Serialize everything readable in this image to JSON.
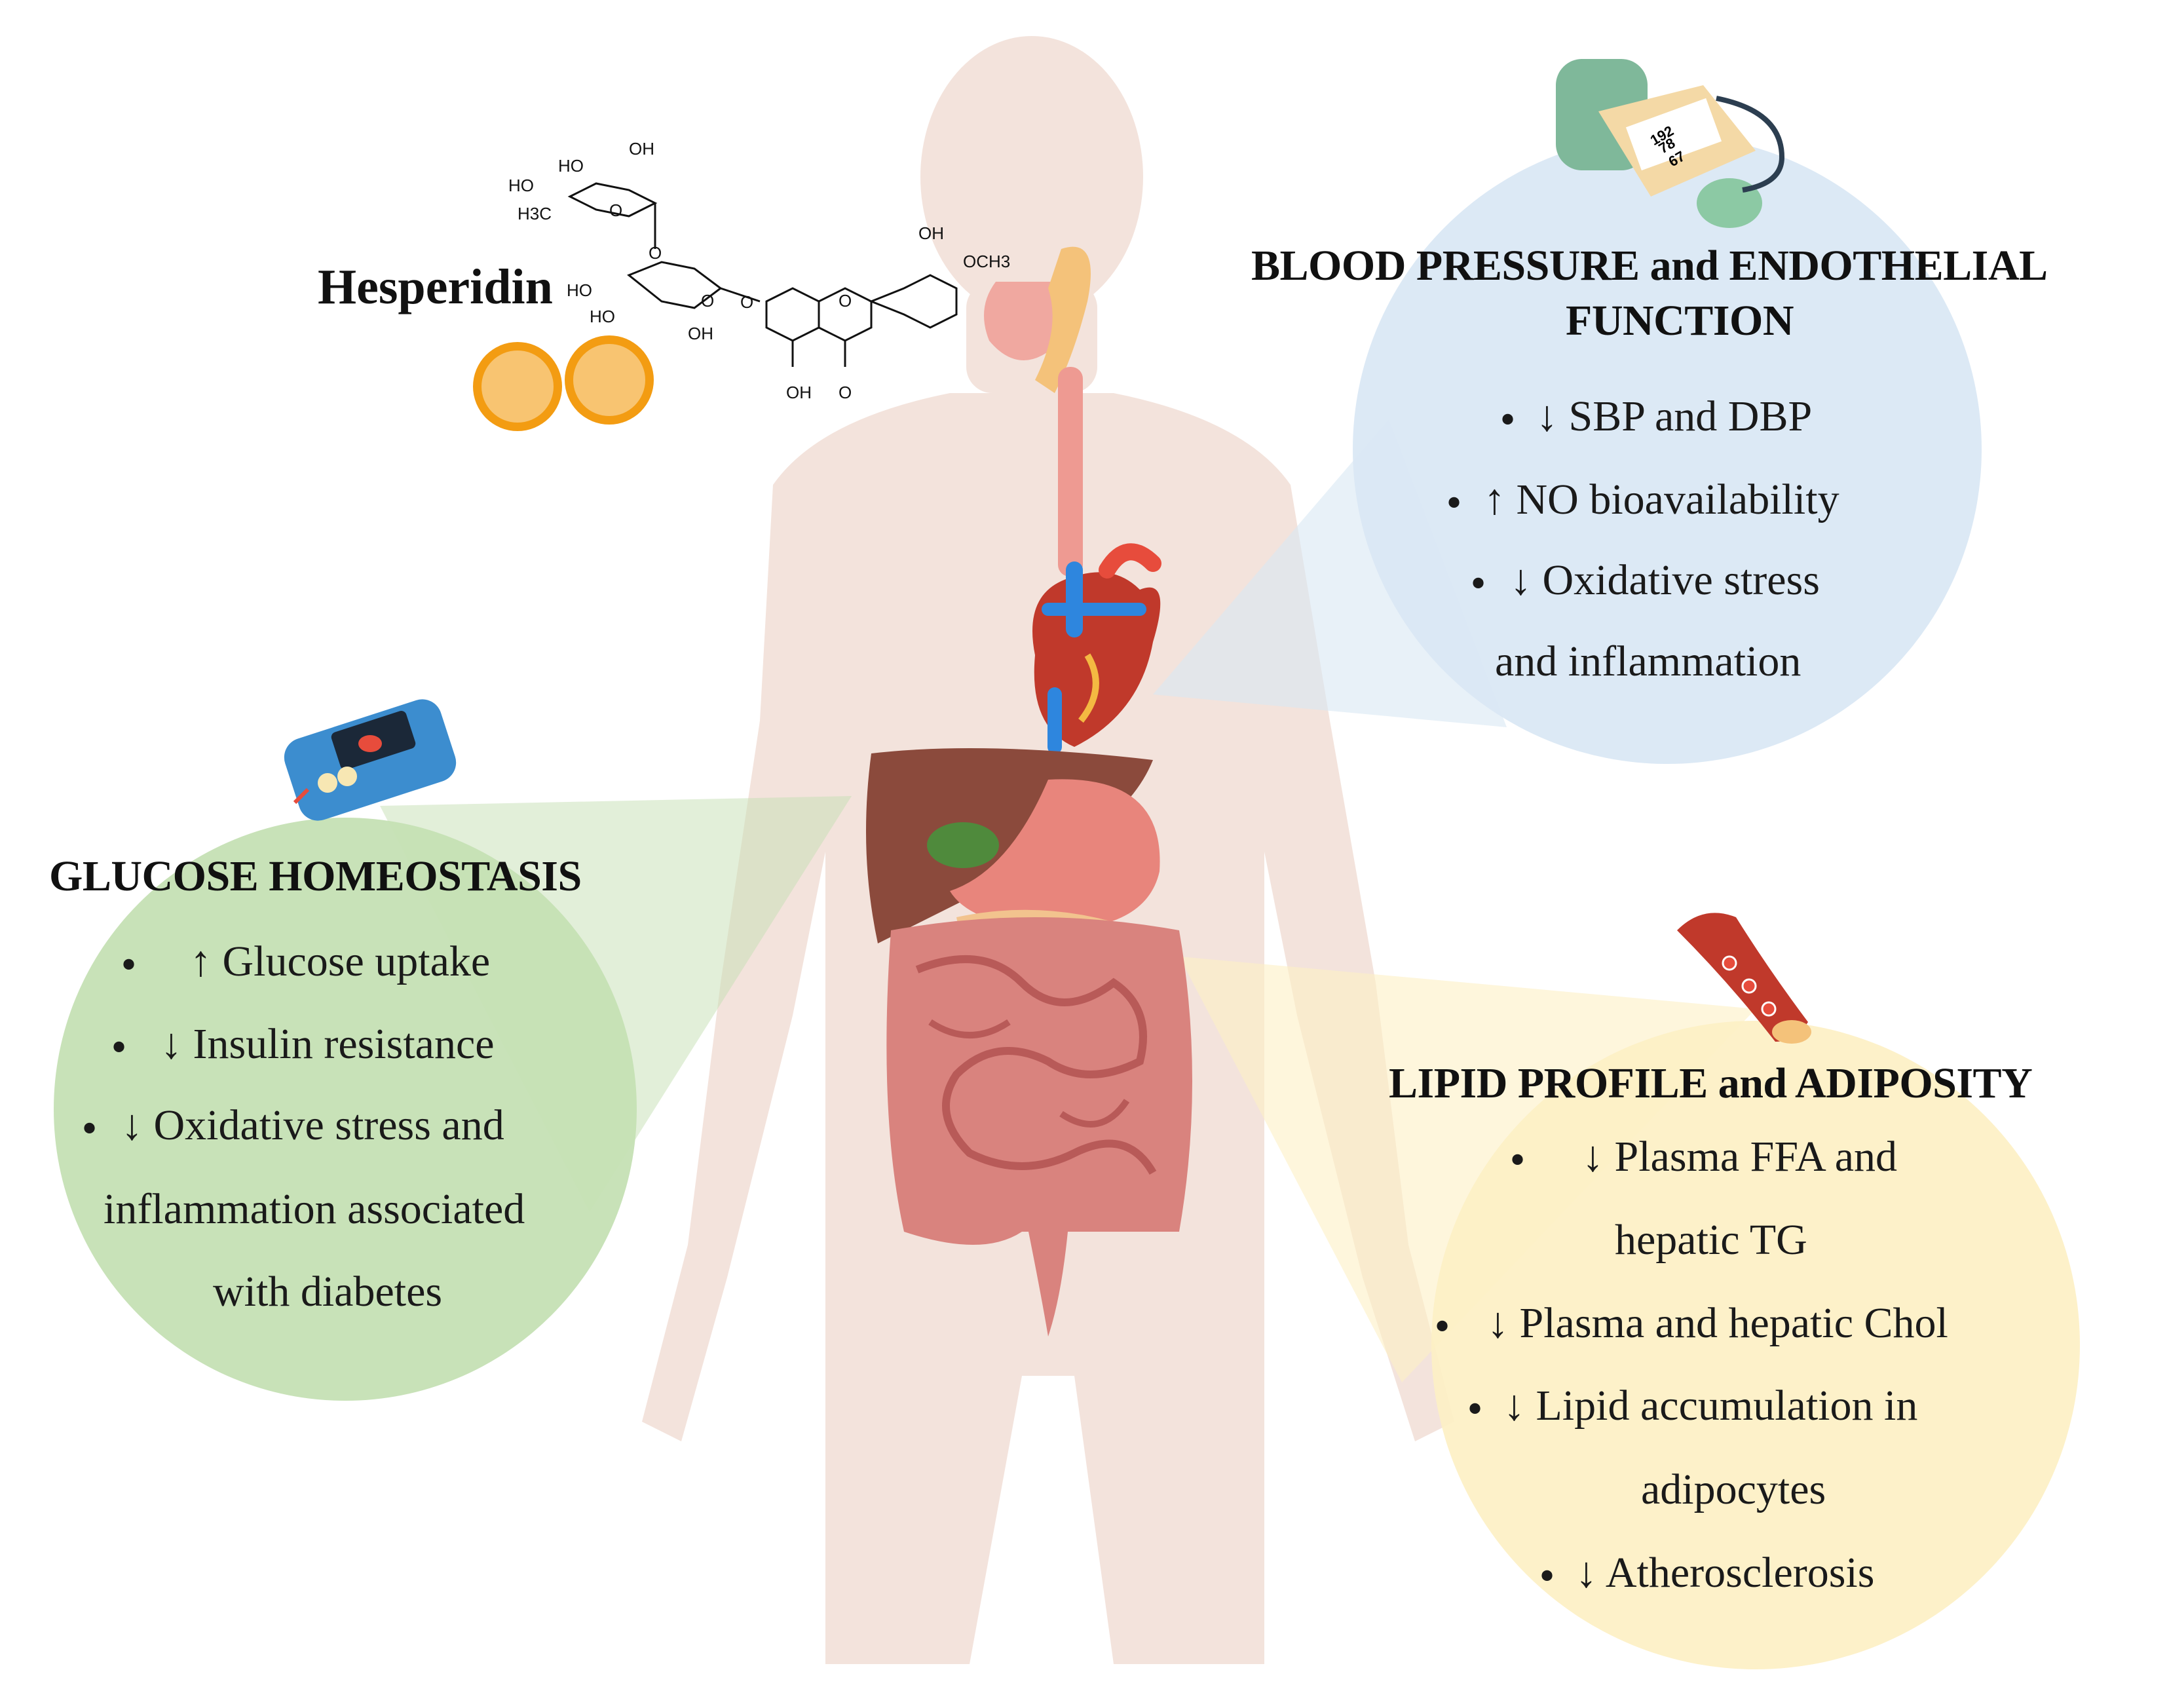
{
  "compound": {
    "name": "Hesperidin",
    "structure_labels": [
      "HO",
      "OH",
      "HO",
      "H3C",
      "O",
      "O",
      "O",
      "HO",
      "HO",
      "OH",
      "O",
      "O",
      "OH",
      "OCH3",
      "OH",
      "O"
    ]
  },
  "blood_pressure_panel": {
    "title_line1": "BLOOD PRESSURE  and ENDOTHELIAL",
    "title_line2": "FUNCTION",
    "items": [
      "↓ SBP and DBP",
      "↑ NO bioavailability",
      "↓ Oxidative stress",
      "and inflammation"
    ],
    "monitor_readings": [
      "192",
      "78",
      "67"
    ],
    "color": "#d9e7f4"
  },
  "glucose_panel": {
    "title": "GLUCOSE HOMEOSTASIS",
    "items": [
      "↑ Glucose uptake",
      "↓ Insulin resistance",
      "↓ Oxidative stress and",
      "inflammation  associated",
      "with diabetes"
    ],
    "color": "#c5e0b4"
  },
  "lipid_panel": {
    "title": "LIPID PROFILE and ADIPOSITY",
    "items": [
      "↓ Plasma FFA and",
      "hepatic TG",
      "↓ Plasma and hepatic Chol",
      "↓ Lipid accumulation  in",
      "adipocytes",
      "↓ Atherosclerosis"
    ],
    "color": "#fdf0c4"
  },
  "bullet_symbol": "•",
  "icons": [
    "orange-icon",
    "blood-pressure-monitor-icon",
    "glucometer-icon",
    "artery-icon",
    "heart-icon",
    "liver-icon",
    "stomach-icon",
    "intestine-icon",
    "esophagus-icon"
  ]
}
